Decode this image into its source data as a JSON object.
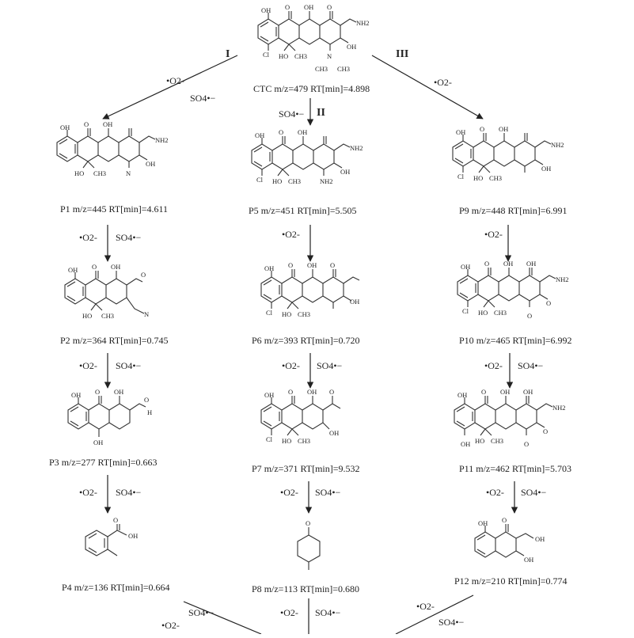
{
  "pathways": [
    "I",
    "II",
    "III"
  ],
  "reagents": {
    "superoxide": "•O2-",
    "sulfate": "SO4•−"
  },
  "compounds": {
    "CTC": {
      "name": "CTC",
      "mz": "m/z=479",
      "rt": "RT[min]=4.898"
    },
    "P1": {
      "name": "P1",
      "mz": "m/z=445",
      "rt": "RT[min]=4.611"
    },
    "P2": {
      "name": "P2",
      "mz": "m/z=364",
      "rt": "RT[min]=0.745"
    },
    "P3": {
      "name": "P3",
      "mz": "m/z=277",
      "rt": "RT[min]=0.663"
    },
    "P4": {
      "name": "P4",
      "mz": "m/z=136",
      "rt": "RT[min]=0.664"
    },
    "P5": {
      "name": "P5",
      "mz": "m/z=451",
      "rt": "RT[min]=5.505"
    },
    "P6": {
      "name": "P6",
      "mz": "m/z=393",
      "rt": "RT[min]=0.720"
    },
    "P7": {
      "name": "P7",
      "mz": "m/z=371",
      "rt": "RT[min]=9.532"
    },
    "P8": {
      "name": "P8",
      "mz": "m/z=113",
      "rt": "RT[min]=0.680"
    },
    "P9": {
      "name": "P9",
      "mz": "m/z=448",
      "rt": "RT[min]=6.991"
    },
    "P10": {
      "name": "P10",
      "mz": "m/z=465",
      "rt": "RT[min]=6.992"
    },
    "P11": {
      "name": "P11",
      "mz": "m/z=462",
      "rt": "RT[min]=5.703"
    },
    "P12": {
      "name": "P12",
      "mz": "m/z=210",
      "rt": "RT[min]=0.774"
    }
  },
  "atoms": {
    "oh": "OH",
    "o": "O",
    "nh2": "NH2",
    "cl": "Cl",
    "ho": "HO",
    "ch3": "CH3",
    "n": "N",
    "h": "H"
  }
}
